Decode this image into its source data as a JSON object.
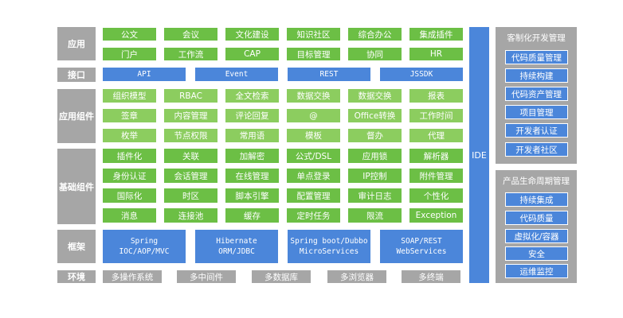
{
  "labels": {
    "app": "应用",
    "interface": "接口",
    "components": "应用组件",
    "base": "基础组件",
    "framework": "框架",
    "environment": "环境"
  },
  "app_row1": [
    "公文",
    "会议",
    "文化建设",
    "知识社区",
    "综合办公",
    "集成插件"
  ],
  "app_row2": [
    "门户",
    "工作流",
    "CAP",
    "目标管理",
    "协同",
    "HR"
  ],
  "interfaces": [
    "API",
    "Event",
    "REST",
    "JSSDK"
  ],
  "components": [
    [
      "组织模型",
      "RBAC",
      "全文检索",
      "数据交换",
      "数据交换",
      "报表"
    ],
    [
      "签章",
      "内容管理",
      "评论回复",
      "@",
      "Office转换",
      "工作时间"
    ],
    [
      "枚举",
      "节点权限",
      "常用语",
      "模板",
      "督办",
      "代理"
    ]
  ],
  "base": [
    [
      "插件化",
      "关联",
      "加解密",
      "公式/DSL",
      "应用锁",
      "解析器"
    ],
    [
      "身份认证",
      "会话管理",
      "在线管理",
      "单点登录",
      "IP控制",
      "附件管理"
    ],
    [
      "国际化",
      "时区",
      "脚本引擎",
      "配置管理",
      "审计日志",
      "个性化"
    ],
    [
      "消息",
      "连接池",
      "缓存",
      "定时任务",
      "限流",
      "Exception"
    ]
  ],
  "frameworks": [
    [
      "Spring",
      "IOC/AOP/MVC"
    ],
    [
      "Hibernate",
      "ORM/JDBC"
    ],
    [
      "Spring boot/Dubbo",
      "MicroServices"
    ],
    [
      "SOAP/REST",
      "WebServices"
    ]
  ],
  "environments": [
    "多操作系统",
    "多中间件",
    "多数据库",
    "多浏览器",
    "多终端"
  ],
  "ide": "IDE",
  "custom_dev": {
    "title": "客制化开发管理",
    "items": [
      "代码质量管理",
      "持续构建",
      "代码资产管理",
      "项目管理",
      "开发者认证",
      "开发者社区"
    ]
  },
  "lifecycle": {
    "title": "产品生命周期管理",
    "items": [
      "持续集成",
      "代码质量",
      "虚拟化/容器",
      "安全",
      "运维监控"
    ]
  },
  "colors": {
    "green": "#6cbf45",
    "light_green": "#8ccd5f",
    "blue": "#4b86da",
    "gray": "#a6a6a6"
  }
}
